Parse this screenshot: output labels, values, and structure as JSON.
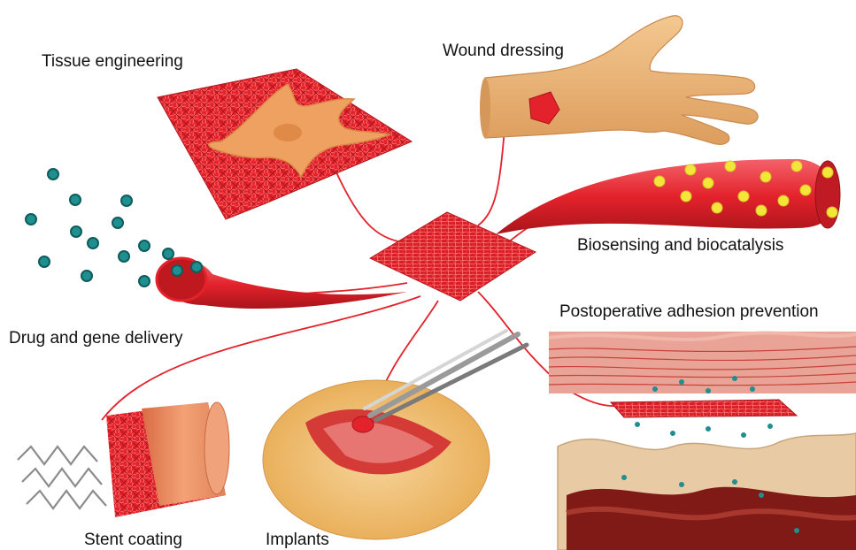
{
  "figure": {
    "labels": {
      "tissue_engineering": "Tissue engineering",
      "wound_dressing": "Wound dressing",
      "biosensing": "Biosensing and biocatalysis",
      "adhesion_prevention": "Postoperative adhesion prevention",
      "drug_gene_delivery": "Drug and gene delivery",
      "stent_coating": "Stent coating",
      "implants": "Implants"
    },
    "colors": {
      "fiber_red": "#e3222b",
      "fiber_dark": "#b51820",
      "skin": "#e9b277",
      "cell": "#eea161",
      "particle_teal": "#1f8f8f",
      "bead_yellow": "#f3e53a",
      "tissue_cream": "#e8caa4",
      "organ_red": "#7f1a16"
    },
    "icons": [
      "nanofiber-mat",
      "cell",
      "hand",
      "fiber-tube",
      "bead",
      "nanoparticle",
      "cone",
      "stent",
      "tweezers",
      "wound",
      "intestine"
    ]
  }
}
